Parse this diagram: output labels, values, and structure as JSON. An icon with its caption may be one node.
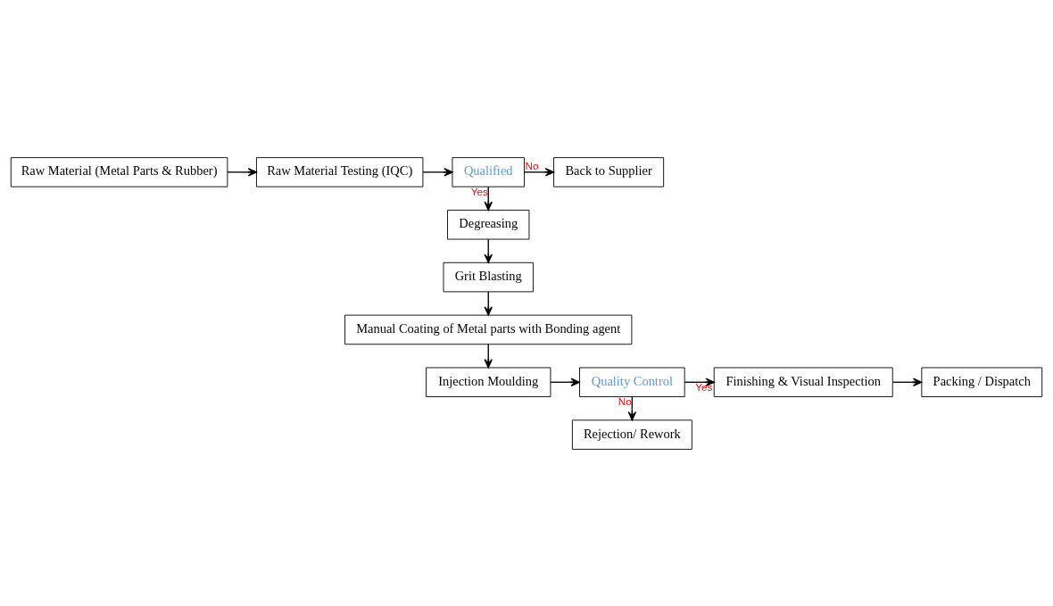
{
  "diagram": {
    "nodes": [
      {
        "text": [
          "Raw Material (Metal Parts & Rubber)"
        ]
      },
      {
        "text": [
          "Raw Material Testing (IQC)"
        ]
      },
      {
        "text": [
          "Qualified"
        ]
      },
      {
        "text": [
          "Back to Supplier"
        ]
      },
      {
        "text": [
          "Degreasing"
        ]
      },
      {
        "text": [
          "Grit Blasting"
        ]
      },
      {
        "text": [
          "Manual Coating of Metal parts with Bonding agent"
        ]
      },
      {
        "text": [
          "Injection Moulding"
        ]
      },
      {
        "text": [
          "Quality Control"
        ]
      },
      {
        "text": [
          "Finishing & Visual Inspection"
        ]
      },
      {
        "text": [
          "Packing / Dispatch"
        ]
      },
      {
        "text": [
          "Rejection/ Rework"
        ]
      }
    ],
    "edges": [
      {
        "from": 0,
        "to": 1,
        "arrow": "to"
      },
      {
        "from": 1,
        "to": 2,
        "arrow": "to"
      },
      {
        "from": 2,
        "to": 3,
        "arrow": "to",
        "label": "No"
      },
      {
        "from": 2,
        "to": 4,
        "arrow": "to",
        "label": "Yes"
      },
      {
        "from": 4,
        "to": 5,
        "arrow": "to"
      },
      {
        "from": 5,
        "to": 6,
        "arrow": "to"
      },
      {
        "from": 6,
        "to": 7,
        "arrow": "to"
      },
      {
        "from": 7,
        "to": 8,
        "arrow": "to"
      },
      {
        "from": 8,
        "to": 9,
        "arrow": "to",
        "label": "Yes"
      },
      {
        "from": 9,
        "to": 10,
        "arrow": "to"
      },
      {
        "from": 8,
        "to": 11,
        "arrow": "to",
        "label": "No"
      }
    ]
  }
}
